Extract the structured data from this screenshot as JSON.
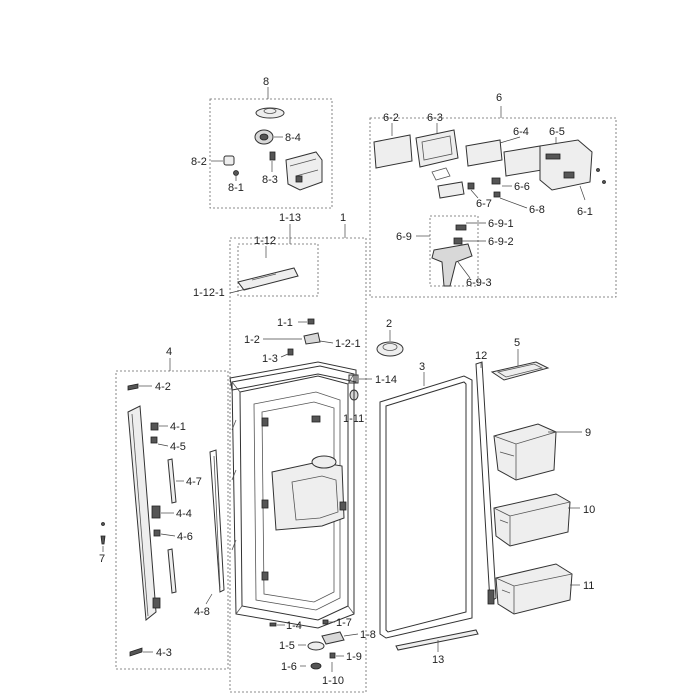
{
  "labels": {
    "l8": "8",
    "l8_4": "8-4",
    "l8_2": "8-2",
    "l8_3": "8-3",
    "l8_1": "8-1",
    "l6": "6",
    "l6_2": "6-2",
    "l6_3": "6-3",
    "l6_4": "6-4",
    "l6_5": "6-5",
    "l6_6": "6-6",
    "l6_7": "6-7",
    "l6_8": "6-8",
    "l6_1": "6-1",
    "l6_9": "6-9",
    "l6_9_1": "6-9-1",
    "l6_9_2": "6-9-2",
    "l6_9_3": "6-9-3",
    "l1": "1",
    "l1_13": "1-13",
    "l1_12": "1-12",
    "l1_12_1": "1-12-1",
    "l1_1": "1-1",
    "l1_2": "1-2",
    "l1_2_1": "1-2-1",
    "l1_3": "1-3",
    "l1_14": "1-14",
    "l1_11": "1-11",
    "l2": "2",
    "l3": "3",
    "l12": "12",
    "l5": "5",
    "l4": "4",
    "l4_2": "4-2",
    "l4_1": "4-1",
    "l4_5": "4-5",
    "l4_7": "4-7",
    "l4_4": "4-4",
    "l4_6": "4-6",
    "l4_8": "4-8",
    "l4_3": "4-3",
    "l7": "7",
    "l9": "9",
    "l10": "10",
    "l11": "11",
    "l1_4": "1-4",
    "l1_7": "1-7",
    "l1_8": "1-8",
    "l1_5": "1-5",
    "l1_9": "1-9",
    "l1_6": "1-6",
    "l1_10": "1-10",
    "l13": "13"
  }
}
